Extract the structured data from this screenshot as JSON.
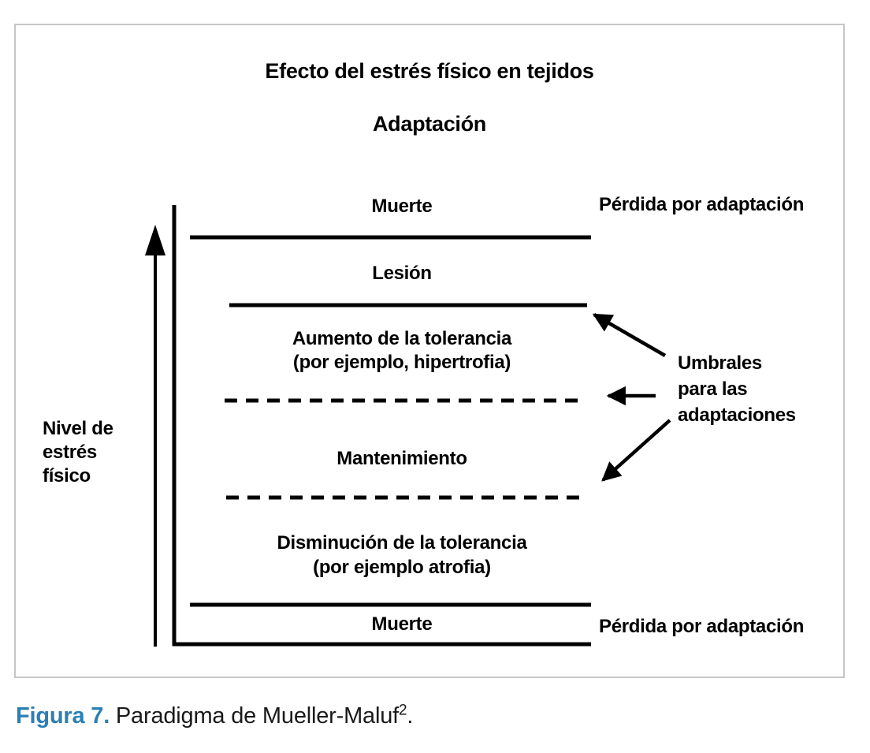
{
  "diagram": {
    "title": "Efecto del estrés físico en tejidos",
    "subtitle": "Adaptación",
    "y_axis": {
      "line1": "Nivel de",
      "line2": "estrés",
      "line3": "físico"
    },
    "zones": {
      "death_top": "Muerte",
      "injury": "Lesión",
      "increase_line1": "Aumento de la tolerancia",
      "increase_line2": "(por ejemplo, hipertrofia)",
      "maintenance": "Mantenimiento",
      "decrease_line1": "Disminución de la tolerancia",
      "decrease_line2": "(por ejemplo atrofia)",
      "death_bottom": "Muerte"
    },
    "right_labels": {
      "loss_top": "Pérdida por adaptación",
      "loss_bottom": "Pérdida por adaptación",
      "thresholds_line1": "Umbrales",
      "thresholds_line2": "para las",
      "thresholds_line3": "adaptaciones"
    },
    "colors": {
      "line": "#000000",
      "box_border": "#c6c6c6",
      "caption_accent": "#2a7fb5",
      "text": "#000000"
    }
  },
  "caption": {
    "label": "Figura 7.",
    "text": " Paradigma de Mueller-Maluf",
    "superscript": "2",
    "suffix": "."
  }
}
